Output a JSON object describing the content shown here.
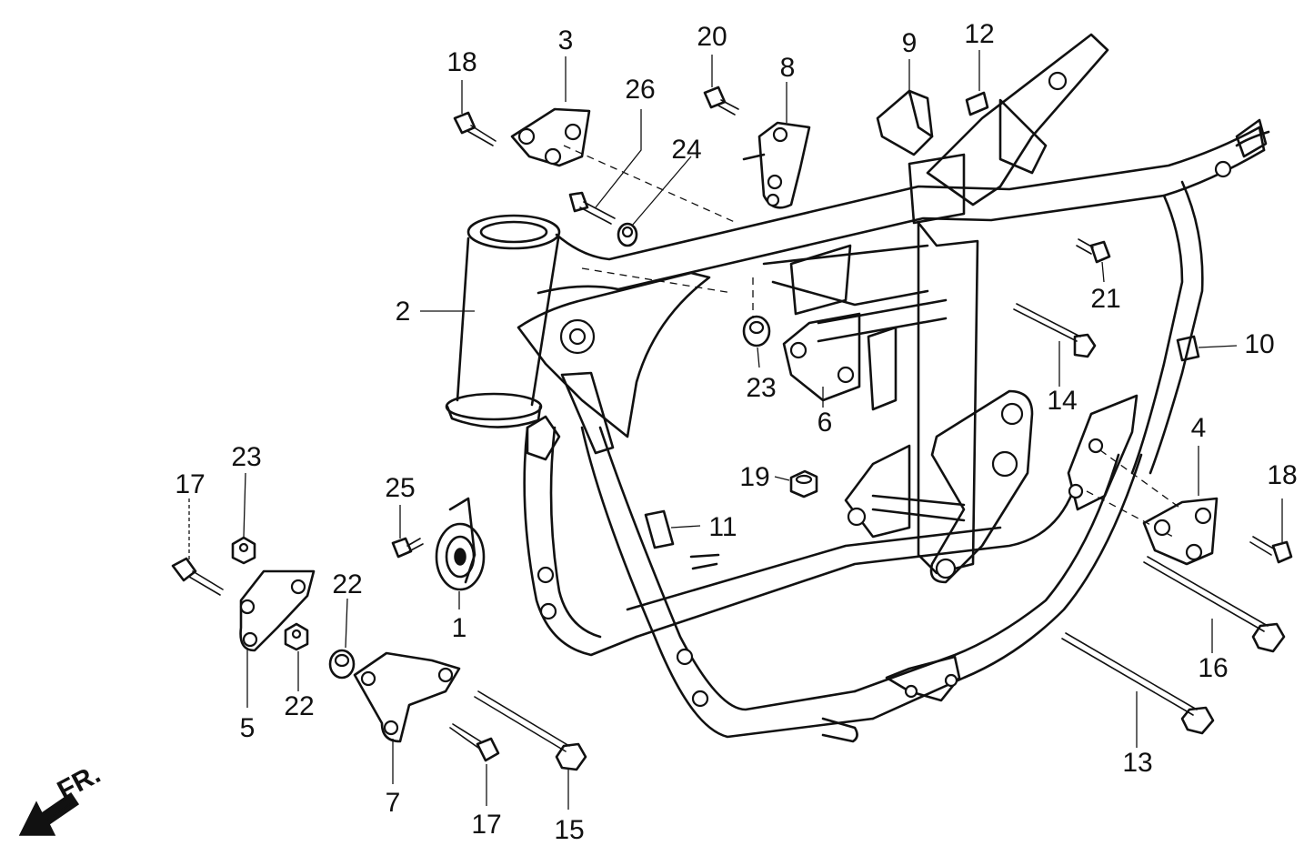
{
  "diagram": {
    "direction_indicator": "FR.",
    "callouts": [
      "1",
      "2",
      "3",
      "4",
      "5",
      "6",
      "7",
      "8",
      "9",
      "10",
      "11",
      "12",
      "13",
      "14",
      "15",
      "16",
      "17",
      "17",
      "18",
      "18",
      "19",
      "20",
      "21",
      "22",
      "22",
      "23",
      "23",
      "24",
      "25",
      "26"
    ]
  }
}
